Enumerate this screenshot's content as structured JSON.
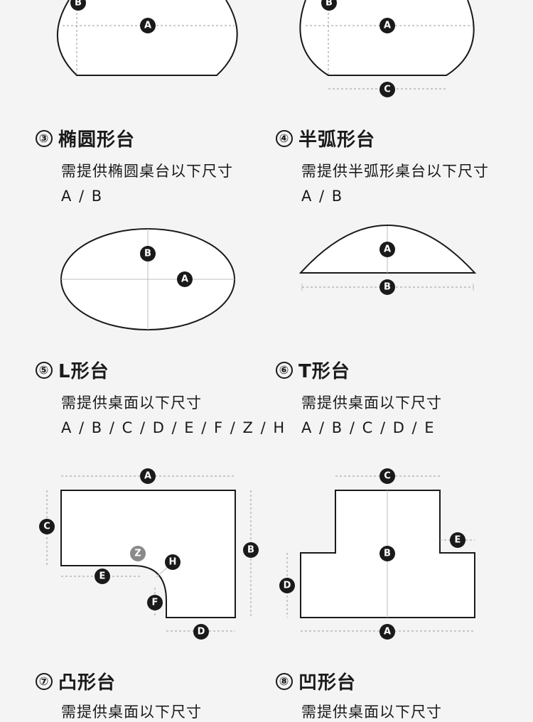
{
  "sections": [
    {
      "number": "③",
      "title": "椭圆形台",
      "subtitle": "需提供椭圆桌台以下尺寸",
      "dims": "A / B"
    },
    {
      "number": "④",
      "title": "半弧形台",
      "subtitle": "需提供半弧形桌台以下尺寸",
      "dims": "A / B"
    },
    {
      "number": "⑤",
      "title": "L形台",
      "subtitle": "需提供桌面以下尺寸",
      "dims": "A / B / C / D / E / F / Z / H"
    },
    {
      "number": "⑥",
      "title": "T形台",
      "subtitle": "需提供桌面以下尺寸",
      "dims": "A / B / C / D / E"
    },
    {
      "number": "⑦",
      "title": "凸形台",
      "subtitle": "需提供桌面以下尺寸"
    },
    {
      "number": "⑧",
      "title": "凹形台",
      "subtitle": "需提供桌面以下尺寸"
    }
  ],
  "labels": {
    "A": "A",
    "B": "B",
    "C": "C",
    "D": "D",
    "E": "E",
    "F": "F",
    "Z": "Z",
    "H": "H"
  },
  "colors": {
    "badge": "#1a1a1a",
    "badge_z": "#8a8a8a",
    "outline": "#1a1a1a",
    "background": "#f4f4f4"
  }
}
